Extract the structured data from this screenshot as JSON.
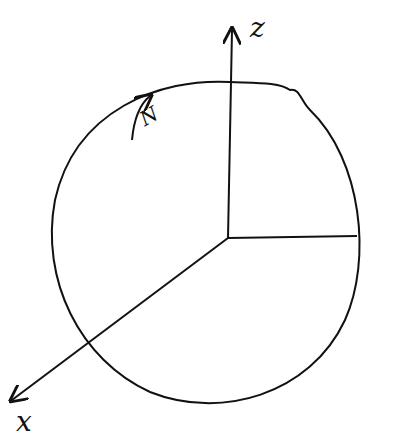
{
  "diagram": {
    "labels": [
      "z",
      "x",
      "N"
    ]
  }
}
